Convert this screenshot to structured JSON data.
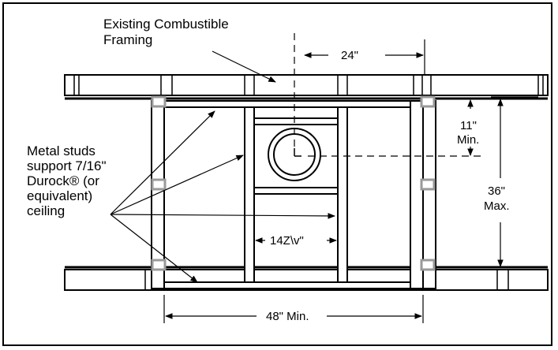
{
  "labels": {
    "framing_line1": "Existing Combustible",
    "framing_line2": "Framing",
    "dim_24": "24\"",
    "dim_11": "11\"",
    "dim_min": "Min.",
    "dim_36": "36\"",
    "dim_max": "Max.",
    "dim_14": "14Z\\v\"",
    "dim_48": "48\" Min.",
    "studs_line1": "Metal studs",
    "studs_line2": "support 7/16\"",
    "studs_line3": "Durock® (or",
    "studs_line4": "equivalent)",
    "studs_line5": "ceiling"
  },
  "colors": {
    "line": "#000000",
    "clip": "#9a9a9a"
  }
}
